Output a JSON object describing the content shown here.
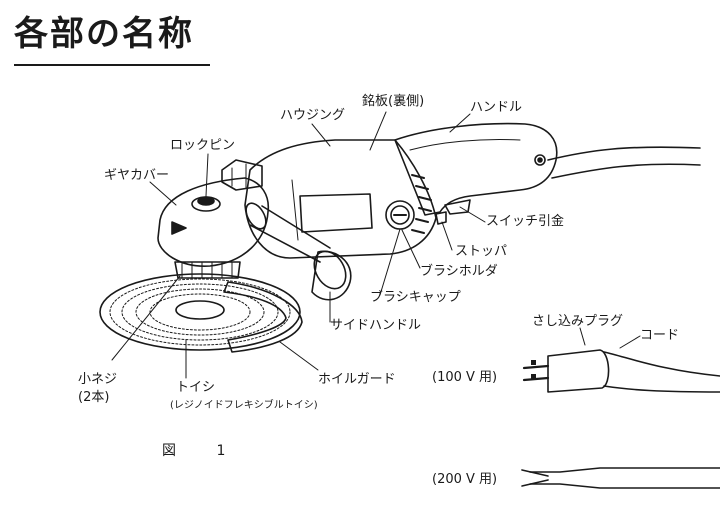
{
  "title": "各部の名称",
  "figure_caption": "図 1",
  "labels": {
    "nameplate": "銘板(裏側)",
    "housing": "ハウジング",
    "handle": "ハンドル",
    "lock_pin": "ロックピン",
    "gear_cover": "ギヤカバー",
    "switch_lever": "スイッチ引金",
    "stopper": "ストッパ",
    "brush_holder": "ブラシホルダ",
    "brush_cap": "ブラシキャップ",
    "side_handle": "サイドハンドル",
    "plug": "さし込みプラグ",
    "cord": "コード",
    "small_screw_line1": "小ネジ",
    "small_screw_line2": "(2本)",
    "wheel": "トイシ",
    "wheel_note": "(レジノイドフレキシブルトイシ)",
    "wheel_guard": "ホイルガード",
    "v100": "(100 V 用)",
    "v200": "(200 V 用)"
  }
}
